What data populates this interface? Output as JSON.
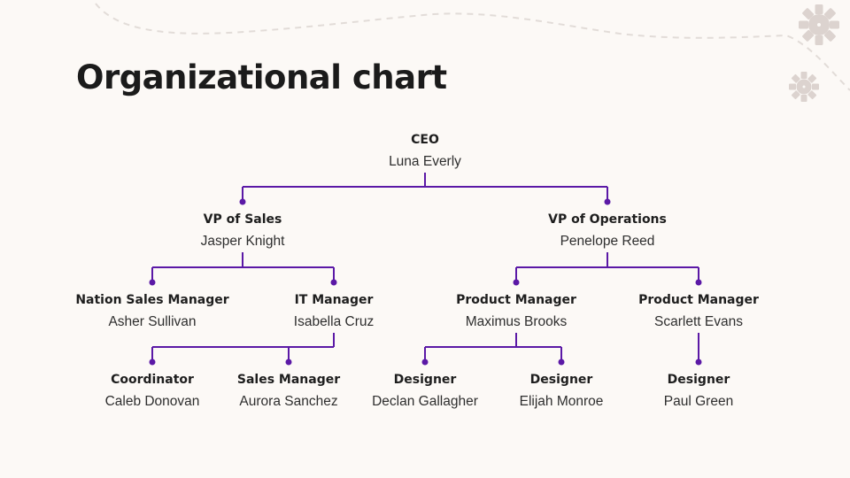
{
  "title": "Organizational chart",
  "colors": {
    "background": "#fcf9f6",
    "connector": "#5b19a6",
    "decoration_gear": "#dcd3cf",
    "decoration_line": "#e2dcd8"
  },
  "decorations": [
    "gear-icon",
    "gear-icon",
    "dashed-wave-line"
  ],
  "org_chart": {
    "nodes": [
      {
        "id": "ceo",
        "role": "CEO",
        "name": "Luna Everly",
        "parent": null
      },
      {
        "id": "vp-sales",
        "role": "VP of Sales",
        "name": "Jasper Knight",
        "parent": "ceo"
      },
      {
        "id": "vp-operations",
        "role": "VP of Operations",
        "name": "Penelope Reed",
        "parent": "ceo"
      },
      {
        "id": "nation-sales-manager",
        "role": "Nation Sales Manager",
        "name": "Asher Sullivan",
        "parent": "vp-sales"
      },
      {
        "id": "it-manager",
        "role": "IT Manager",
        "name": "Isabella Cruz",
        "parent": "vp-sales"
      },
      {
        "id": "product-manager-1",
        "role": "Product Manager",
        "name": "Maximus Brooks",
        "parent": "vp-operations"
      },
      {
        "id": "product-manager-2",
        "role": "Product Manager",
        "name": "Scarlett Evans",
        "parent": "vp-operations"
      },
      {
        "id": "coordinator",
        "role": "Coordinator",
        "name": "Caleb Donovan",
        "parent": "it-manager"
      },
      {
        "id": "sales-manager",
        "role": "Sales Manager",
        "name": "Aurora Sanchez",
        "parent": "it-manager"
      },
      {
        "id": "designer-1",
        "role": "Designer",
        "name": "Declan Gallagher",
        "parent": "product-manager-1"
      },
      {
        "id": "designer-2",
        "role": "Designer",
        "name": "Elijah Monroe",
        "parent": "product-manager-1"
      },
      {
        "id": "designer-3",
        "role": "Designer",
        "name": "Paul Green",
        "parent": "product-manager-2"
      }
    ]
  }
}
